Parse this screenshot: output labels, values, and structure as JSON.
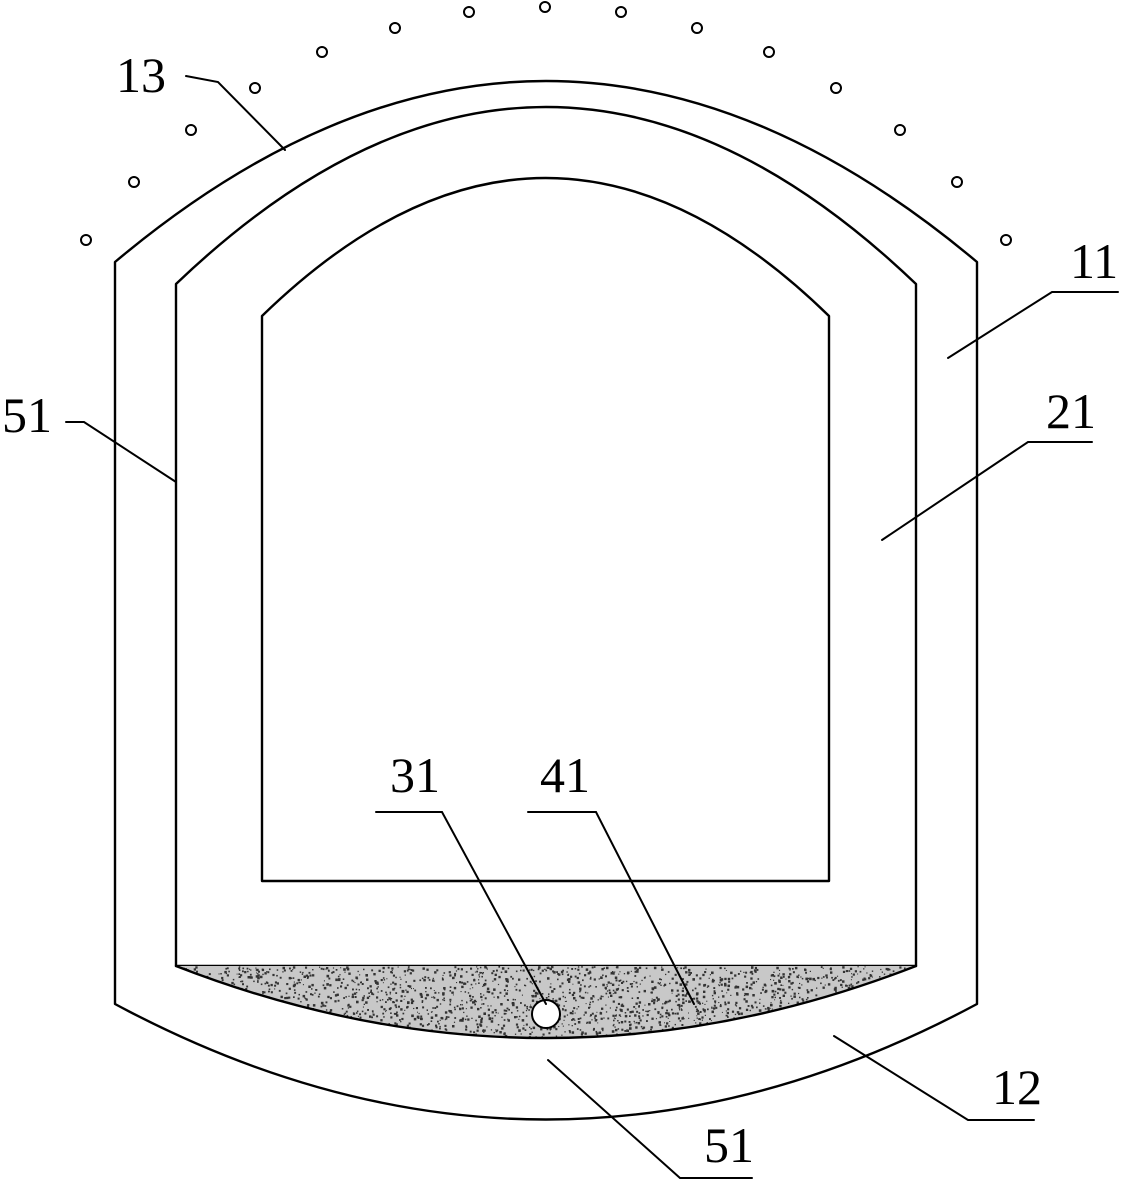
{
  "labels": {
    "outer_wall_top": "13",
    "outer_wall_right": "11",
    "inner_gap": "21",
    "wall_left": "51",
    "wall_bottom": "51",
    "bottom_space": "12",
    "pipe": "31",
    "fill_layer": "41"
  },
  "colors": {
    "line": "#000000",
    "background": "#ffffff",
    "speckle": "#333333"
  }
}
